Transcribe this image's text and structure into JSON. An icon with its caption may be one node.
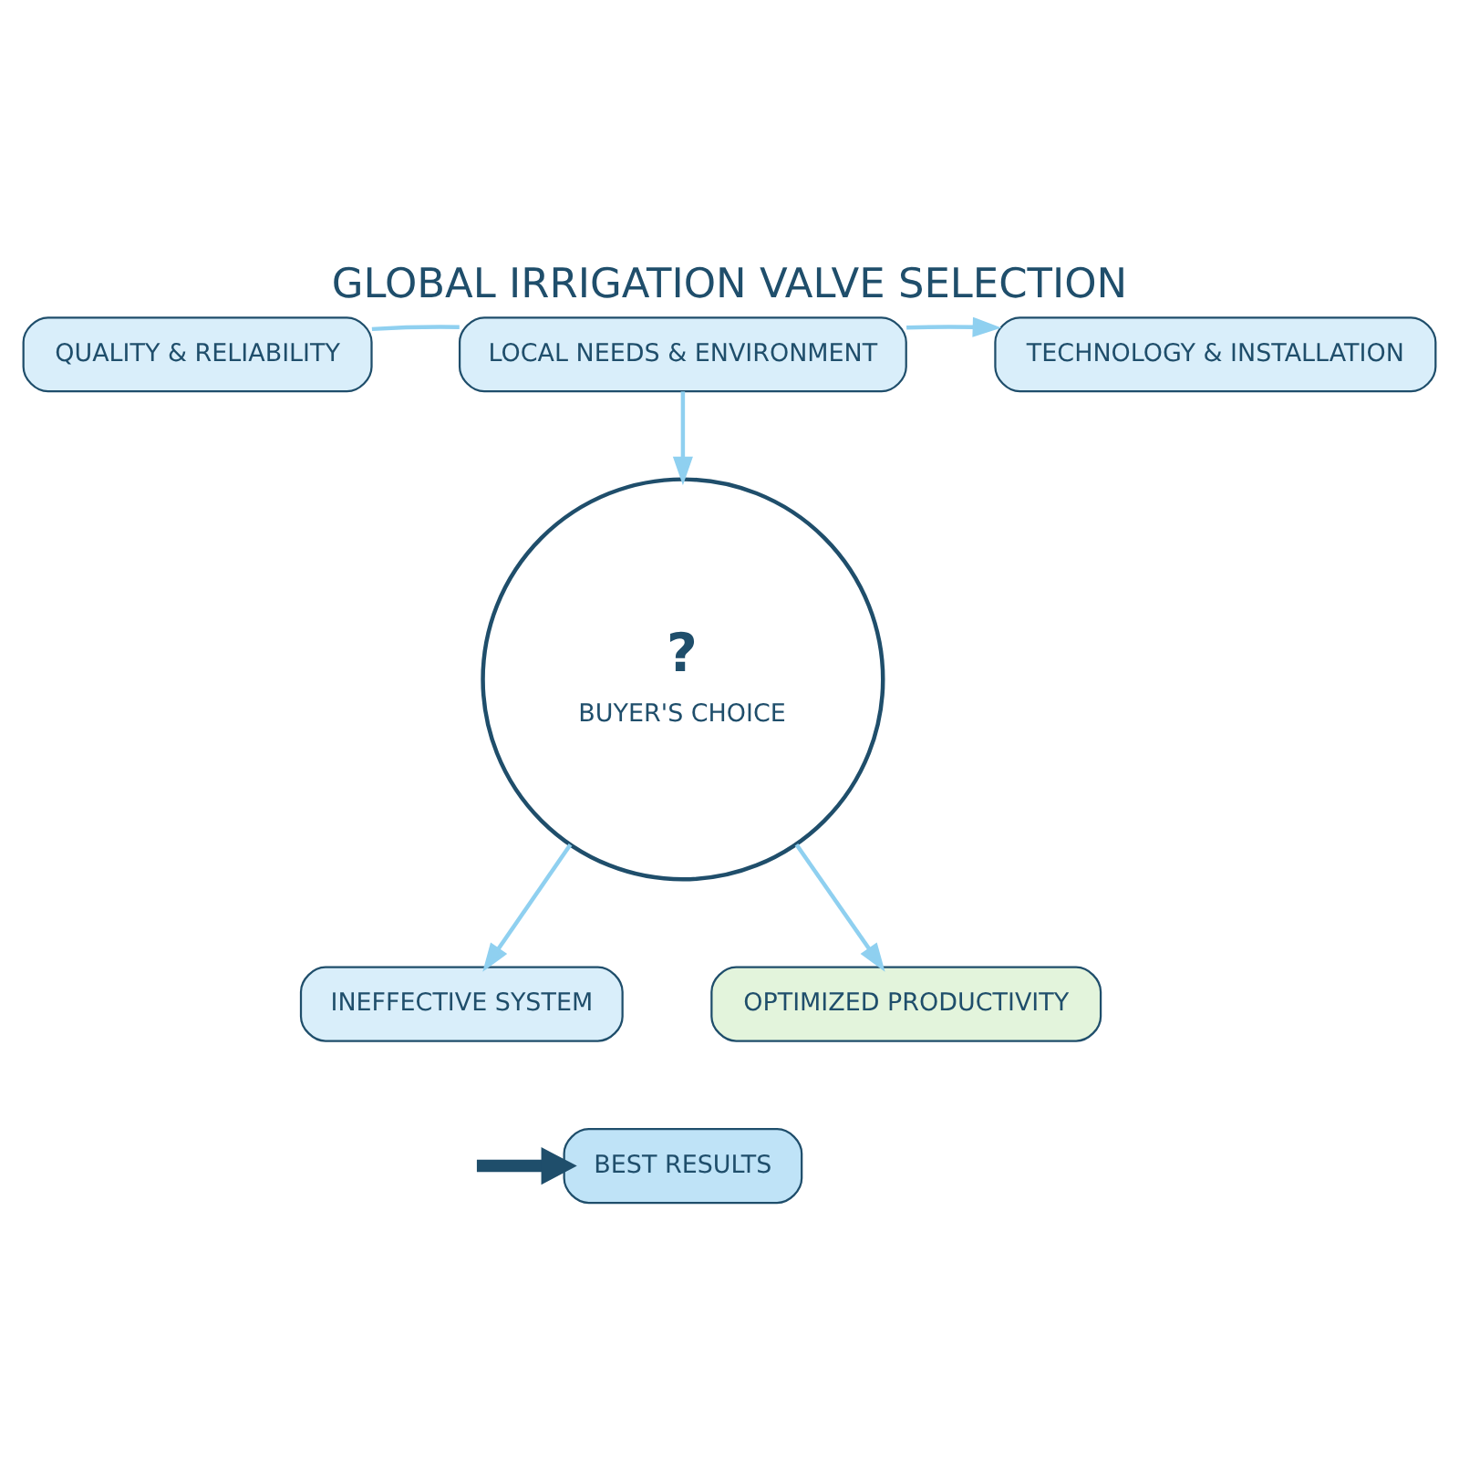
{
  "diagram": {
    "title": "GLOBAL IRRIGATION VALVE SELECTION",
    "nodes": [
      {
        "text": [
          "QUALITY & RELIABILITY"
        ]
      },
      {
        "text": [
          "LOCAL NEEDS & ENVIRONMENT"
        ]
      },
      {
        "text": [
          "TECHNOLOGY & INSTALLATION"
        ]
      },
      {
        "text": [
          "?",
          "BUYER'S CHOICE"
        ]
      },
      {
        "text": [
          "INEFFECTIVE SYSTEM"
        ]
      },
      {
        "text": [
          "OPTIMIZED PRODUCTIVITY"
        ]
      },
      {
        "text": [
          "BEST RESULTS"
        ]
      }
    ],
    "edges": [
      {
        "from": 1,
        "to": 0,
        "arrow": "none"
      },
      {
        "from": 1,
        "to": 2,
        "arrow": "to"
      },
      {
        "from": 1,
        "to": 3,
        "arrow": "to"
      },
      {
        "from": 3,
        "to": 4,
        "arrow": "to"
      },
      {
        "from": 3,
        "to": 5,
        "arrow": "to"
      },
      {
        "from": null,
        "to": 6,
        "arrow": "to",
        "style": "thick",
        "color": "#1f4e6b"
      }
    ]
  }
}
